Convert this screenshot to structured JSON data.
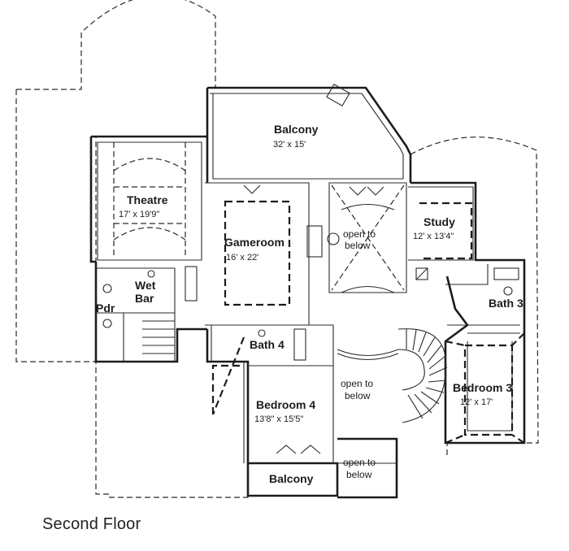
{
  "caption": "Second Floor",
  "rooms": {
    "balcony_top": {
      "name": "Balcony",
      "dims": "32' x 15'"
    },
    "theatre": {
      "name": "Theatre",
      "dims": "17' x 19'9\""
    },
    "gameroom": {
      "name": "Gameroom",
      "dims": "16' x 22'"
    },
    "study": {
      "name": "Study",
      "dims": "12' x 13'4\""
    },
    "wet_bar": {
      "line1": "Wet",
      "line2": "Bar"
    },
    "pdr": {
      "name": "Pdr"
    },
    "bath4": {
      "name": "Bath 4"
    },
    "bath3": {
      "name": "Bath 3"
    },
    "bedroom4": {
      "name": "Bedroom 4",
      "dims": "13'8\" x 15'5\""
    },
    "bedroom3": {
      "name": "Bedroom 3",
      "dims": "12' x 17'"
    },
    "balcony_bottom": {
      "name": "Balcony"
    }
  },
  "open_notes": {
    "upper": {
      "line1": "open to",
      "line2": "below"
    },
    "middle": {
      "line1": "open to",
      "line2": "below"
    },
    "lower": {
      "line1": "open to",
      "line2": "below"
    }
  }
}
